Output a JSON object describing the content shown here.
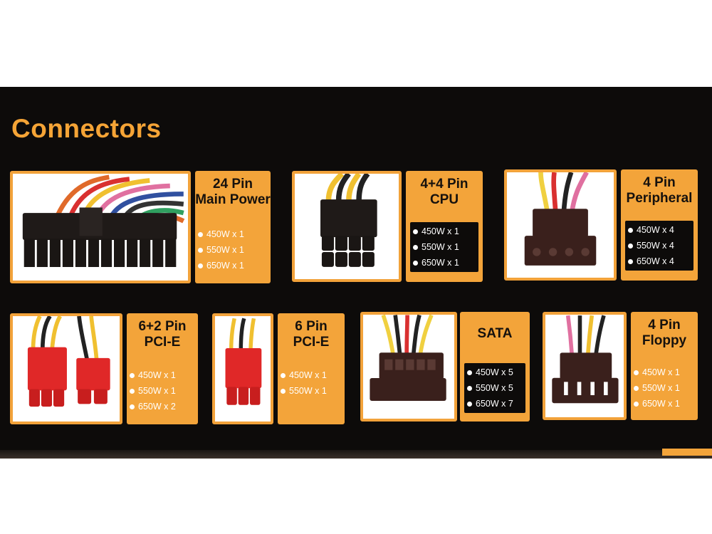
{
  "title": "Connectors",
  "colors": {
    "accent": "#f3a43a",
    "background": "#0d0b0a",
    "text_dark": "#16110d"
  },
  "connectors": [
    {
      "name": [
        "24 Pin",
        "Main Power"
      ],
      "ratings": [
        "450W x 1",
        "550W x 1",
        "650W x 1"
      ]
    },
    {
      "name": [
        "4+4 Pin",
        "CPU"
      ],
      "ratings": [
        "450W x 1",
        "550W x 1",
        "650W x 1"
      ]
    },
    {
      "name": [
        "4 Pin",
        "Peripheral"
      ],
      "ratings": [
        "450W x 4",
        "550W x 4",
        "650W x 4"
      ]
    },
    {
      "name": [
        "6+2 Pin",
        "PCI-E"
      ],
      "ratings": [
        "450W x 1",
        "550W x 1",
        "650W x 2"
      ]
    },
    {
      "name": [
        "6 Pin",
        "PCI-E"
      ],
      "ratings": [
        "450W x 1",
        "550W x 1"
      ]
    },
    {
      "name": [
        "SATA"
      ],
      "ratings": [
        "450W x 5",
        "550W x 5",
        "650W x 7"
      ]
    },
    {
      "name": [
        "4 Pin",
        "Floppy"
      ],
      "ratings": [
        "450W x 1",
        "550W x 1",
        "650W x 1"
      ]
    }
  ]
}
